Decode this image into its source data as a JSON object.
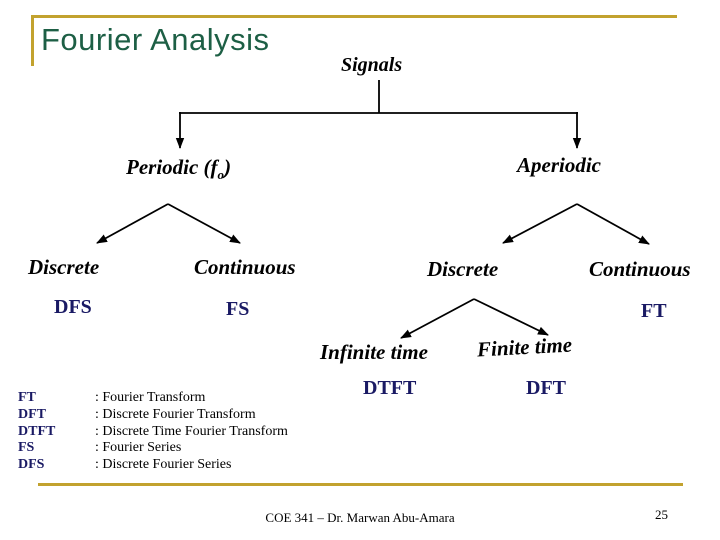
{
  "header": {
    "title": "Fourier Analysis"
  },
  "tree": {
    "root_label": "Signals",
    "periodic": {
      "label_pre": "Periodic (f",
      "label_sub": "o",
      "label_post": ")"
    },
    "aperiodic_label": "Aperiodic",
    "periodic_discrete_label": "Discrete",
    "periodic_continuous_label": "Continuous",
    "dfs_label": "DFS",
    "fs_label": "FS",
    "aperiodic_discrete_label": "Discrete",
    "aperiodic_continuous_label": "Continuous",
    "ft_label": "FT",
    "infinite_time_label": "Infinite time",
    "finite_time_label": "Finite time",
    "dtft_label": "DTFT",
    "dft_label": "DFT"
  },
  "legend": {
    "items": [
      {
        "abbr": "FT",
        "desc": ": Fourier Transform"
      },
      {
        "abbr": "DFT",
        "desc": ": Discrete Fourier Transform"
      },
      {
        "abbr": "DTFT",
        "desc": ": Discrete Time Fourier Transform"
      },
      {
        "abbr": "FS",
        "desc": ": Fourier Series"
      },
      {
        "abbr": "DFS",
        "desc": ": Discrete Fourier Series"
      }
    ]
  },
  "footer": {
    "course": "COE 341 – Dr. Marwan Abu-Amara",
    "page_number": "25"
  },
  "colors": {
    "title_green": "#1d5f45",
    "accent_gold": "#c2a22e",
    "abbrev_navy": "#1a1a64",
    "text_black": "#000000"
  }
}
